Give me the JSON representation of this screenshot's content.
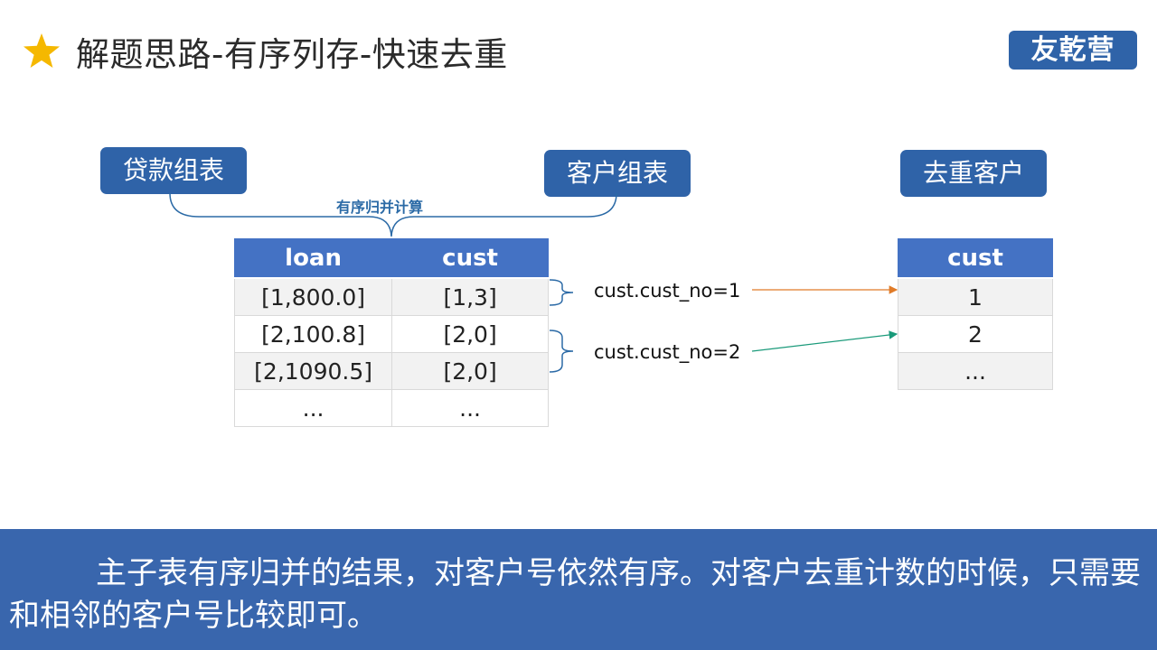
{
  "header": {
    "title": "解题思路-有序列存-快速去重",
    "brand": "友乾营",
    "star_color": "#f5b800"
  },
  "labels": {
    "loan_group": "贷款组表",
    "cust_group": "客户组表",
    "dedup_cust": "去重客户",
    "merge_calc": "有序归并计算"
  },
  "left_table": {
    "headers": [
      "loan",
      "cust"
    ],
    "rows": [
      [
        "[1,800.0]",
        "[1,3]"
      ],
      [
        "[2,100.8]",
        "[2,0]"
      ],
      [
        "[2,1090.5]",
        "[2,0]"
      ],
      [
        "...",
        "..."
      ]
    ]
  },
  "right_table": {
    "header": "cust",
    "rows": [
      "1",
      "2",
      "..."
    ]
  },
  "annotations": {
    "cond1": "cust.cust_no=1",
    "cond2": "cust.cust_no=2",
    "arrow1_color": "#e07b28",
    "arrow2_color": "#1a9a7a"
  },
  "footer": {
    "text": "主子表有序归并的结果，对客户号依然有序。对客户去重计数的时候，只需要和相邻的客户号比较即可。"
  },
  "colors": {
    "accent": "#2f63a8",
    "table_header": "#4472c4",
    "footer_bg": "#3966ad"
  }
}
